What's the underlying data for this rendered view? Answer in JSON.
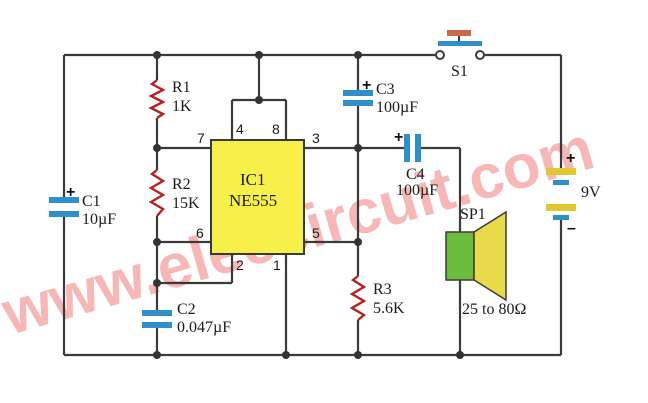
{
  "watermark": "www.eleccircuit.com",
  "ic": {
    "name": "IC1",
    "part": "NE555",
    "pins": [
      "4",
      "8",
      "7",
      "3",
      "6",
      "5",
      "2",
      "1"
    ]
  },
  "components": {
    "r1": {
      "name": "R1",
      "value": "1K"
    },
    "r2": {
      "name": "R2",
      "value": "15K"
    },
    "r3": {
      "name": "R3",
      "value": "5.6K"
    },
    "c1": {
      "name": "C1",
      "value": "10µF",
      "polarity": "+"
    },
    "c2": {
      "name": "C2",
      "value": "0.047µF"
    },
    "c3": {
      "name": "C3",
      "value": "100µF",
      "polarity": "+"
    },
    "c4": {
      "name": "C4",
      "value": "100µF",
      "polarity": "+"
    },
    "s1": {
      "name": "S1"
    },
    "sp1": {
      "name": "SP1",
      "value": "25 to 80Ω"
    },
    "battery": {
      "value": "9V",
      "plus": "+",
      "minus": "–"
    }
  },
  "colors": {
    "wire": "#3a3a3a",
    "resistor": "#b42222",
    "capacitor_plate": "#2f8fc8",
    "ic_fill": "#f7f04a",
    "battery_plate": "#e2c632",
    "speaker_magnet": "#6dbb3a",
    "speaker_cone": "#e8da4a",
    "switch_button": "#c86a4a",
    "watermark": "#f4a0a0"
  }
}
